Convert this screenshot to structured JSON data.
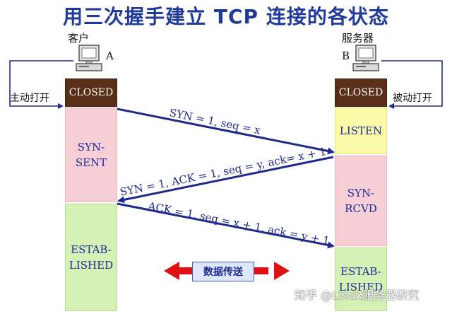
{
  "title": "用三次握手建立 TCP 连接的各状态",
  "client": {
    "role": "客户",
    "letter": "A",
    "side_label": "主动打开"
  },
  "server": {
    "role": "服务器",
    "letter": "B",
    "side_label": "被动打开"
  },
  "client_states": [
    {
      "label": "CLOSED"
    },
    {
      "label": "SYN-\nSENT"
    },
    {
      "label": "ESTAB-\nLISHED"
    }
  ],
  "server_states": [
    {
      "label": "CLOSED"
    },
    {
      "label": "LISTEN"
    },
    {
      "label": "SYN-\nRCVD"
    },
    {
      "label": "ESTAB-\nLISHED"
    }
  ],
  "messages": [
    {
      "label": "SYN = 1, seq = x",
      "direction": "A→B"
    },
    {
      "label": "SYN = 1, ACK = 1, seq = y, ack= x + 1",
      "direction": "B→A"
    },
    {
      "label": "ACK = 1, seq = x + 1, ack = y + 1",
      "direction": "A→B"
    }
  ],
  "data_transfer": {
    "label": "数据传送"
  },
  "watermark": "知乎 @Linux服务器研究",
  "colors": {
    "title": "#1f3a9a",
    "closed": "#5a2f17",
    "syn_sent": "#f6cfd6",
    "established": "#d4f0b4",
    "listen": "#fafaa8",
    "arrow": "#1f2a8a",
    "data_arrow": "#dd1111"
  }
}
